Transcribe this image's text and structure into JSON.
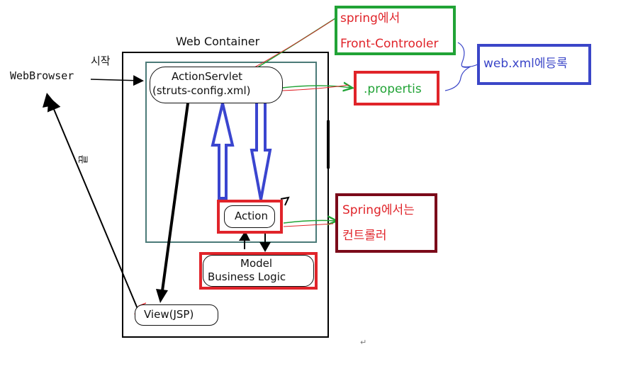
{
  "diagram": {
    "web_container": "Web Container",
    "web_browser": "WebBrowser",
    "start": "시작",
    "end": "끝",
    "action_servlet": {
      "line1": "ActionServlet",
      "line2": "(struts-config.xml)"
    },
    "action": "Action",
    "model": {
      "line1": "Model",
      "line2": "Business Logic"
    },
    "view": "View(JSP)",
    "return_mark": "↵"
  },
  "annotations": {
    "front_controller": {
      "line1": "spring에서",
      "line2": "Front-Controoler"
    },
    "web_xml": "web.xml에등록",
    "properties": ".propertis",
    "controller": {
      "line1": "Spring에서는",
      "line2": "컨트롤러"
    }
  },
  "colors": {
    "red": "#e0242a",
    "green": "#21a336",
    "blue": "#3b46c8",
    "maroon": "#7b0a1a",
    "teal": "#4b7a78",
    "arrow_blue": "#3a45cf"
  }
}
